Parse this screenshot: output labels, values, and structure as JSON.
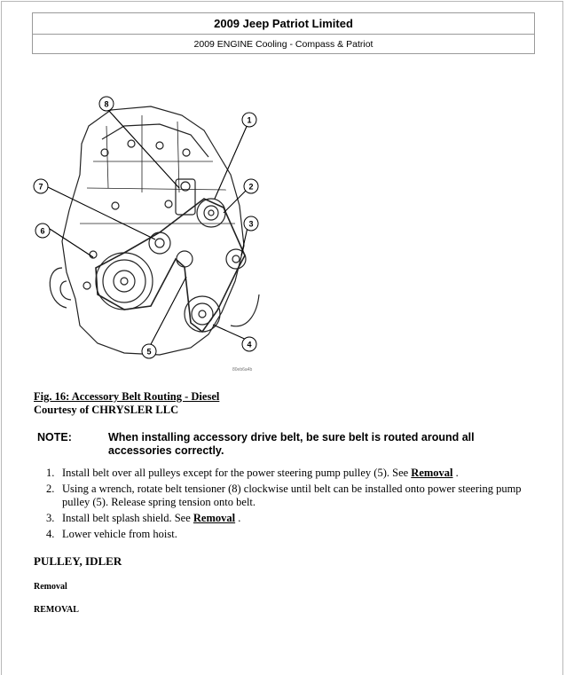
{
  "header": {
    "title": "2009 Jeep Patriot Limited",
    "subtitle": "2009 ENGINE Cooling - Compass & Patriot"
  },
  "figure": {
    "callouts": [
      "1",
      "2",
      "3",
      "4",
      "5",
      "6",
      "7",
      "8"
    ],
    "image_id": "80eb6a4b"
  },
  "caption": {
    "title": "Fig. 16: Accessory Belt Routing - Diesel",
    "credit": "Courtesy of CHRYSLER LLC"
  },
  "note": {
    "label": "NOTE:",
    "text": "When installing accessory drive belt, be sure belt is routed around all accessories correctly."
  },
  "steps": [
    {
      "num": "1.",
      "text": "Install belt over all pulleys except for the power steering pump pulley (5). See ",
      "link": "Removal",
      "after": " ."
    },
    {
      "num": "2.",
      "text": "Using a wrench, rotate belt tensioner (8) clockwise until belt can be installed onto power steering pump pulley (5). Release spring tension onto belt.",
      "link": "",
      "after": ""
    },
    {
      "num": "3.",
      "text": "Install belt splash shield. See ",
      "link": "Removal",
      "after": " ."
    },
    {
      "num": "4.",
      "text": "Lower vehicle from hoist.",
      "link": "",
      "after": ""
    }
  ],
  "section": {
    "heading": "PULLEY, IDLER",
    "sub1": "Removal",
    "sub2": "REMOVAL"
  }
}
